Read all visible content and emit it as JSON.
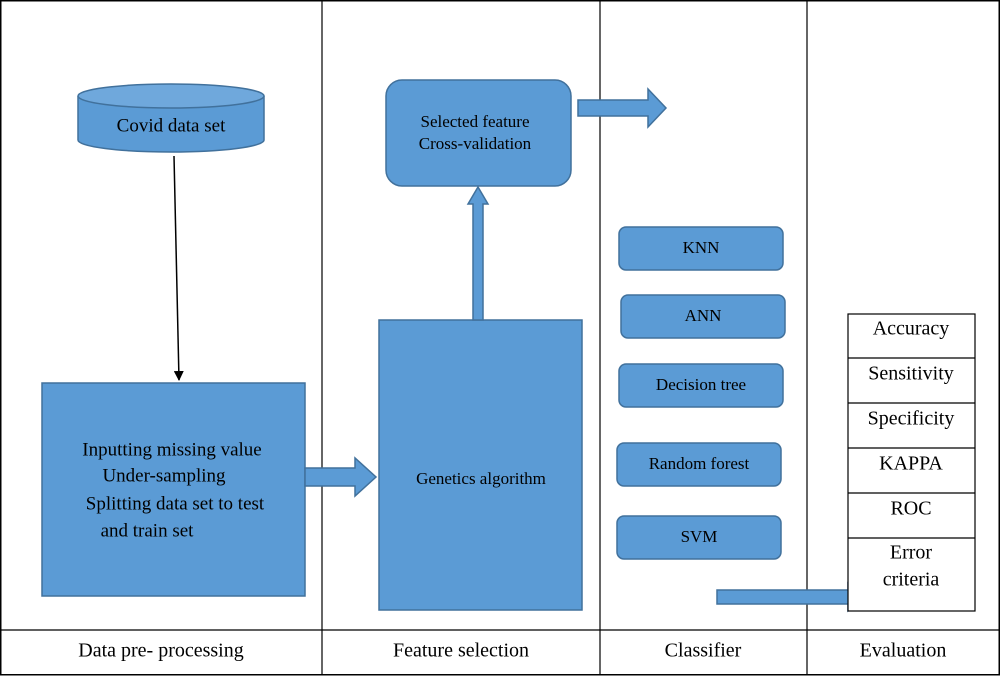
{
  "colors": {
    "fill": "#5b9bd5",
    "stroke": "#41719c",
    "border": "#000000"
  },
  "columns": {
    "preprocessing": "Data pre- processing",
    "feature_selection": "Feature selection",
    "classifier": "Classifier",
    "evaluation": "Evaluation"
  },
  "preprocessing": {
    "dataset": "Covid data set",
    "steps": [
      "Inputting missing value",
      "Under-sampling",
      "Splitting data set to test",
      "and train set"
    ]
  },
  "feature_selection": {
    "genetic": "Genetics algorithm",
    "selected": [
      "Selected feature",
      "Cross-validation"
    ]
  },
  "classifiers": [
    "KNN",
    "ANN",
    "Decision tree",
    "Random forest",
    "SVM"
  ],
  "evaluation": [
    "Accuracy",
    "Sensitivity",
    "Specificity",
    "KAPPA",
    "ROC",
    "Error",
    "criteria"
  ]
}
